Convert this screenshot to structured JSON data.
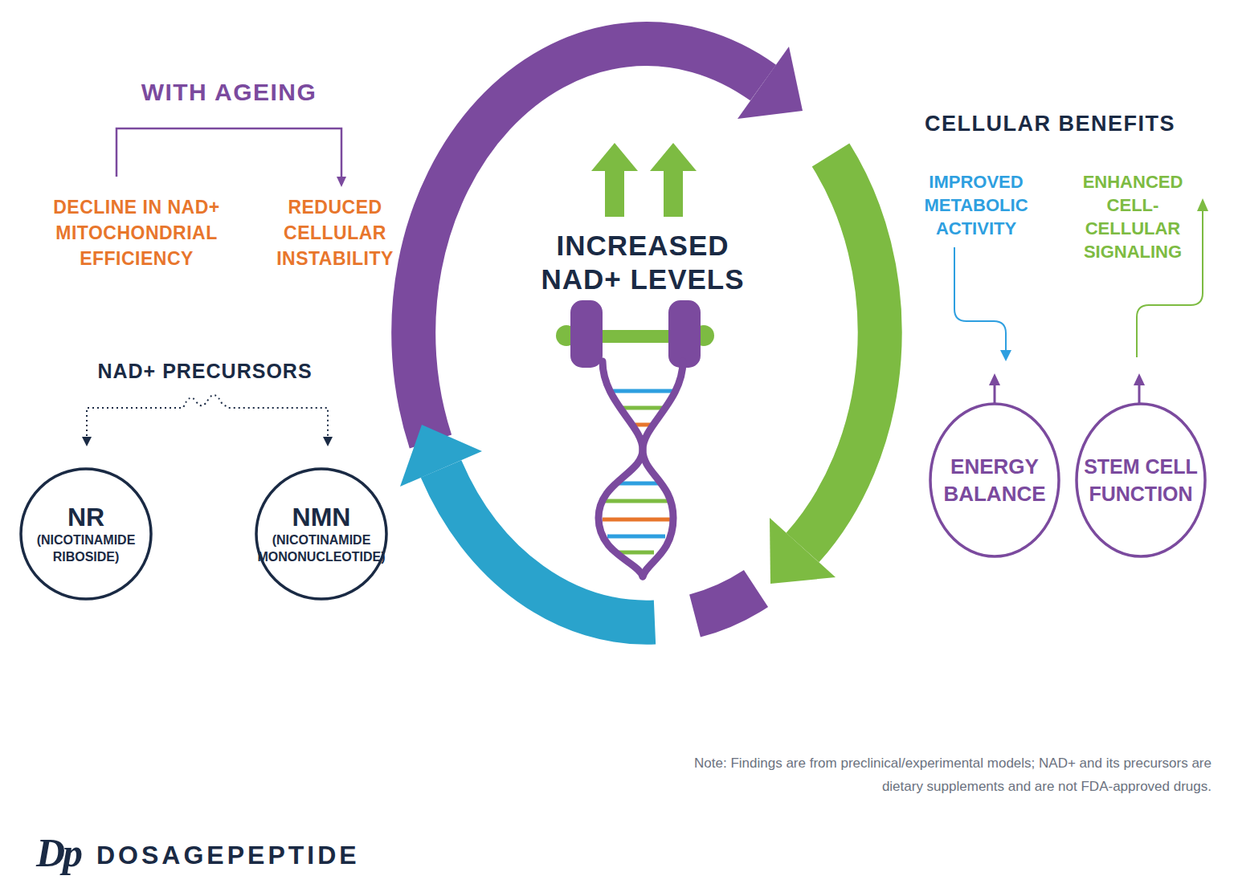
{
  "diagram": {
    "nodes": [
      {
        "text": [
          "NR",
          "(NICOTINAMIDE RIBOSIDE)"
        ]
      },
      {
        "text": [
          "NMN",
          "(NICOTINAMIDE MONONUCLEOTIDE)"
        ]
      },
      {
        "text": [
          "ENERGY BALANCE"
        ]
      },
      {
        "text": [
          "STEM CELL FUNCTION"
        ]
      }
    ],
    "labels": [
      "WITH AGEING",
      "DECLINE IN NAD+ MITOCHONDRIAL EFFICIENCY",
      "REDUCED CELLULAR INSTABILITY",
      "NAD+ PRECURSORS",
      "INCREASED NAD+ LEVELS",
      "CELLULAR BENEFITS",
      "IMPROVED METABOLIC ACTIVITY",
      "ENHANCED CELL-CELLULAR SIGNALING",
      "Note: Findings are from preclinical/experimental models; NAD+ and its precursors are dietary supplements and are not FDA-approved drugs.",
      "Dp",
      "DOSAGEPEPTIDE"
    ]
  }
}
